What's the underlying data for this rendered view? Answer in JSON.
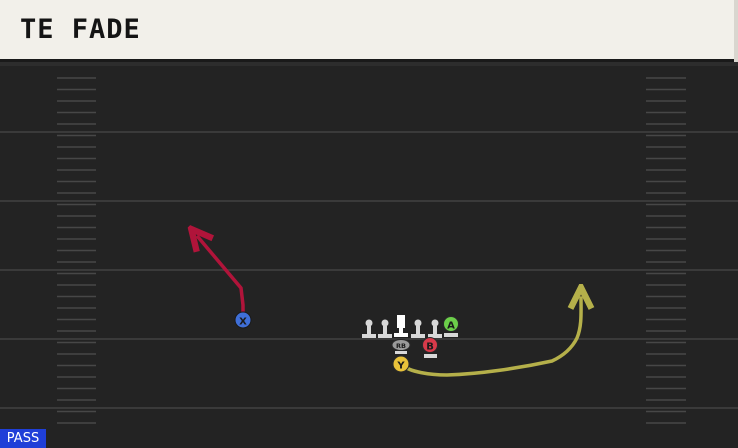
{
  "play": {
    "title": "TE FADE",
    "mode": "PASS"
  },
  "colors": {
    "field": "#232323",
    "yard_line": "#3a3a3a",
    "hash": "#4a4a4a",
    "route_x": "#b0143a",
    "route_y": "#b5b04a",
    "player_x": "#3f6fd8",
    "player_a": "#6ccf4a",
    "player_b": "#d83a4a",
    "player_y": "#e8c23a",
    "player_rb": "#9a9a9a",
    "badge": "#1f3fd8"
  },
  "players": {
    "x": {
      "label": "X"
    },
    "a": {
      "label": "A"
    },
    "b": {
      "label": "B"
    },
    "y": {
      "label": "Y"
    },
    "rb": {
      "label": "RB"
    }
  },
  "routes": [
    {
      "player": "X",
      "type": "fade"
    },
    {
      "player": "Y",
      "type": "wheel"
    }
  ]
}
